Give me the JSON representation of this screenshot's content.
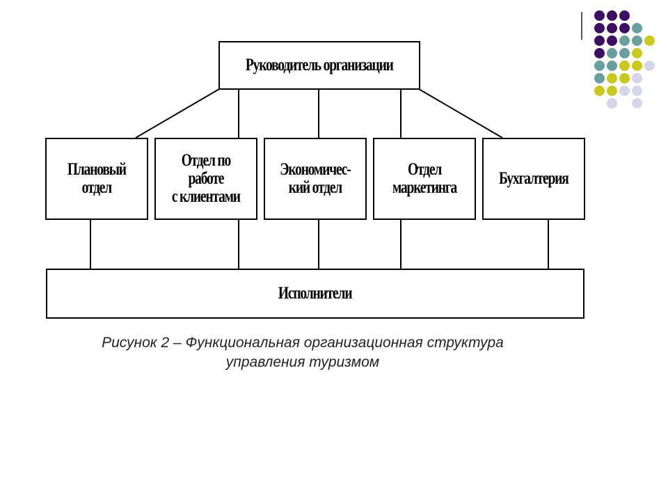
{
  "diagram": {
    "head": "Руководитель организации",
    "departments": [
      "Плановый\nотдел",
      "Отдел по\nработе\nс клиентами",
      "Экономичес-\nкий отдел",
      "Отдел\nмаркетинга",
      "Бухгалтерия"
    ],
    "executors": "Исполнители"
  },
  "caption": {
    "line1": "Рисунок 2  – Функциональная организационная структура",
    "line2": "управления туризмом"
  },
  "colors": {
    "purple": "#3d0f63",
    "teal": "#6a9fa0",
    "yellow": "#c8c81e",
    "lavender": "#d6d6ea"
  },
  "dot_grid": [
    [
      "P",
      "P",
      "P",
      "",
      ""
    ],
    [
      "P",
      "P",
      "P",
      "T",
      ""
    ],
    [
      "P",
      "P",
      "T",
      "T",
      "Y"
    ],
    [
      "P",
      "T",
      "T",
      "Y",
      ""
    ],
    [
      "T",
      "T",
      "Y",
      "Y",
      "L"
    ],
    [
      "T",
      "Y",
      "Y",
      "L",
      ""
    ],
    [
      "Y",
      "Y",
      "L",
      "L",
      ""
    ],
    [
      "",
      "L",
      "",
      "L",
      ""
    ]
  ]
}
